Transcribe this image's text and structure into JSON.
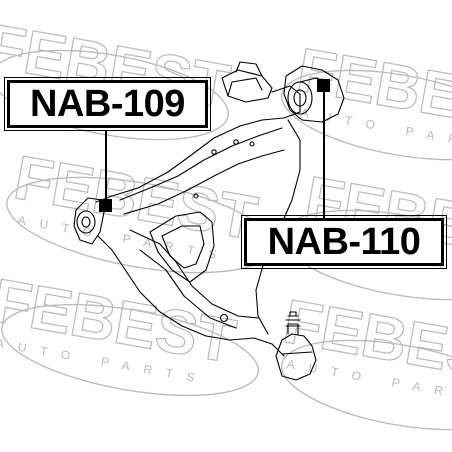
{
  "watermark": {
    "brand": "FEBEST",
    "subtitle": "AUTO PARTS",
    "color": "#b9b9b9"
  },
  "callouts": [
    {
      "part_number": "NAB-109"
    },
    {
      "part_number": "NAB-110"
    }
  ],
  "colors": {
    "line": "#000000",
    "background": "#ffffff"
  },
  "icons": [
    "control-arm-drawing",
    "bushing-marker"
  ]
}
